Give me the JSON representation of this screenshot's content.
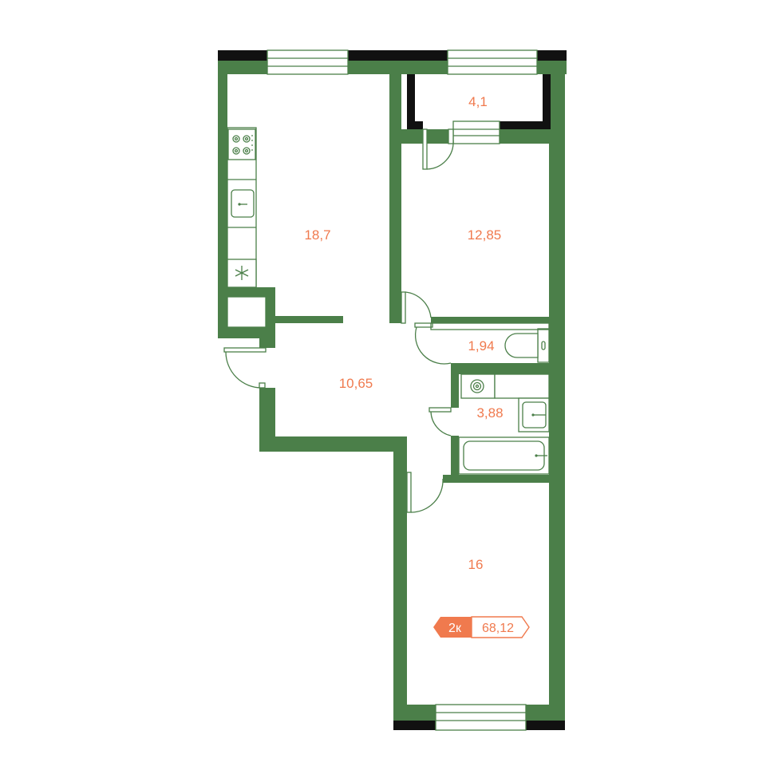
{
  "colors": {
    "wall": "#4b7f49",
    "wall_dark": "#111111",
    "line": "#4b7f49",
    "accent": "#f07a4e",
    "background": "#ffffff"
  },
  "rooms": {
    "kitchen": {
      "area": "18,7"
    },
    "balcony": {
      "area": "4,1"
    },
    "bedroom_top": {
      "area": "12,85"
    },
    "toilet": {
      "area": "1,94"
    },
    "hall": {
      "area": "10,65"
    },
    "bathroom": {
      "area": "3,88"
    },
    "bedroom_bottom": {
      "area": "16"
    }
  },
  "badge": {
    "rooms": "2к",
    "total_area": "68,12"
  },
  "icons": {
    "stove": "stove-icon",
    "kitchen_sink": "kitchen-sink-icon",
    "fridge": "snowflake-icon",
    "boiler": "boiler-icon",
    "toilet": "toilet-icon",
    "bath_sink": "bath-sink-icon",
    "bathtub": "bathtub-icon"
  }
}
